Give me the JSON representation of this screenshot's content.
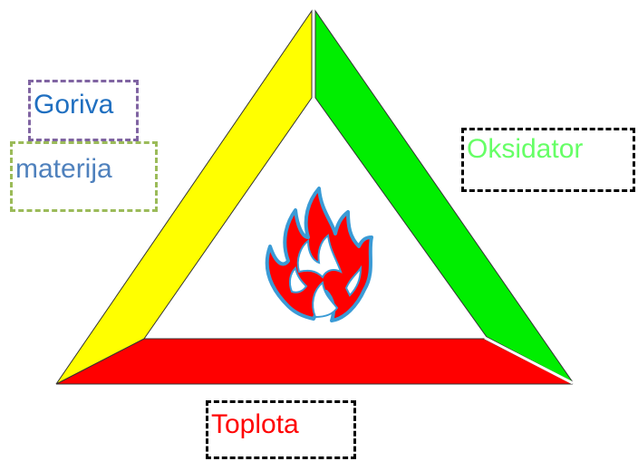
{
  "colors": {
    "fuel_side": "#FFFF00",
    "oxygen_side": "#00EE00",
    "heat_side": "#FF0000",
    "fuel_text": "#1F6FC0",
    "materija_text": "#4F81BD",
    "oxygen_text": "#66FF66",
    "heat_text": "#FF0000",
    "flame_fill": "#FF0000",
    "flame_outline": "#3A9BD6"
  },
  "icons": {
    "center": "fire-icon"
  },
  "labels": {
    "fuel_line1": "Goriva",
    "fuel_line2": "materija",
    "oxygen": "Oksidator",
    "heat": "Toplota"
  }
}
